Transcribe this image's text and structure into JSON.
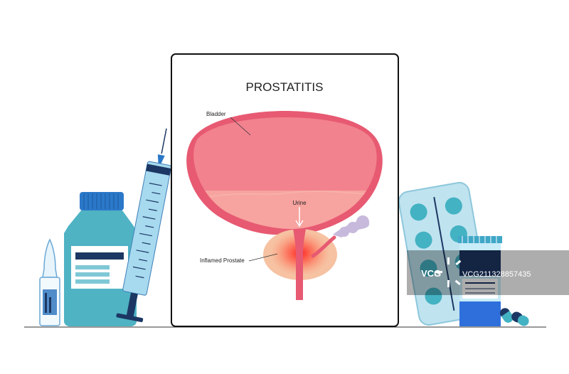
{
  "title": "PROSTATITIS",
  "labels": {
    "bladder": "Bladder",
    "urine": "Urine",
    "prostate": "Inflamed Prostate"
  },
  "watermark": {
    "brand": "VCG",
    "code": "VCG211328857435"
  },
  "colors": {
    "bladder_wall": "#e75a72",
    "bladder_fill": "#f2828e",
    "urine_fill": "#f7a39f",
    "prostate": "#f6c2a2",
    "inflammation": "#ff2a2a",
    "medicine_blue": "#4fb3c4",
    "navy": "#1c3763",
    "syringe": "#a7d9ef",
    "blister": "#bfe3ef",
    "pill": "#43b2c2"
  }
}
